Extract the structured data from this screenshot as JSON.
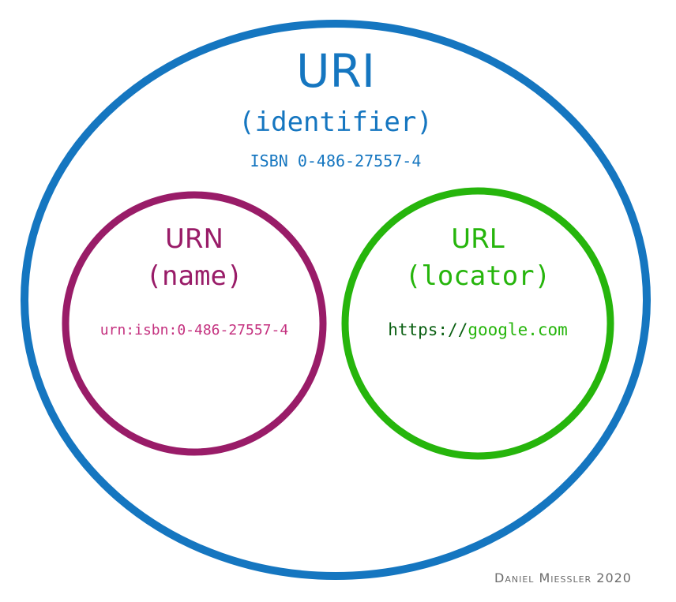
{
  "colors": {
    "uri": "#1576c0",
    "urn": "#991c68",
    "urn_example": "#c4317f",
    "url": "#26b50c",
    "url_scheme": "#0a5f12",
    "caption": "#6c6c6c",
    "background": "#ffffff"
  },
  "uri": {
    "title": "URI",
    "subtitle": "(identifier)",
    "example": "ISBN 0-486-27557-4"
  },
  "urn": {
    "title": "URN",
    "subtitle": "(name)",
    "example": "urn:isbn:0-486-27557-4"
  },
  "url": {
    "title": "URL",
    "subtitle": "(locator)",
    "example_scheme": "https://",
    "example_host": "google.com"
  },
  "credit": "Daniel Miessler 2020"
}
